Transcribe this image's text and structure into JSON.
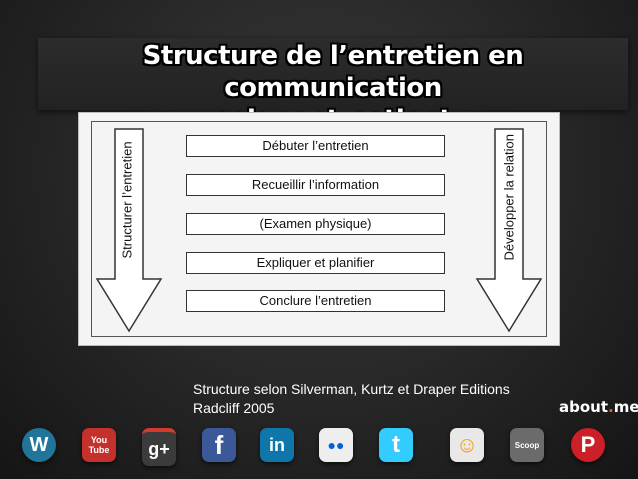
{
  "title": {
    "line1": "Structure de l’entretien en communication",
    "line2": "soignant-patient"
  },
  "diagram": {
    "steps": [
      "Débuter l’entretien",
      "Recueillir l’information",
      "(Examen physique)",
      "Expliquer et planifier",
      "Conclure l’entretien"
    ],
    "left_label": "Structurer l’entretien",
    "right_label": "Développer la relation"
  },
  "caption": {
    "line1": "Structure selon Silverman, Kurtz et Draper Editions",
    "line2": "Radcliff 2005"
  },
  "aboutme": {
    "text": "about",
    "dot": ".",
    "suffix": "me"
  },
  "social_icons": [
    {
      "name": "wordpress-icon",
      "glyph": "W",
      "color": "#21759b"
    },
    {
      "name": "youtube-icon",
      "glyph": "You Tube",
      "color": "#c4302b"
    },
    {
      "name": "google-plus-icon",
      "glyph": "g+",
      "color": "#3b3b3b"
    },
    {
      "name": "facebook-icon",
      "glyph": "f",
      "color": "#3b5998"
    },
    {
      "name": "linkedin-icon",
      "glyph": "in",
      "color": "#0e76a8"
    },
    {
      "name": "flickr-icon",
      "glyph": "●●",
      "color": "#eeeeee"
    },
    {
      "name": "twitter-icon",
      "glyph": "t",
      "color": "#33ccff"
    },
    {
      "name": "people-icon",
      "glyph": "☺",
      "color": "#e8e8e8"
    },
    {
      "name": "scoopit-icon",
      "glyph": "Scoop",
      "color": "#6b6b6b"
    },
    {
      "name": "pinterest-icon",
      "glyph": "P",
      "color": "#cb2027"
    }
  ]
}
